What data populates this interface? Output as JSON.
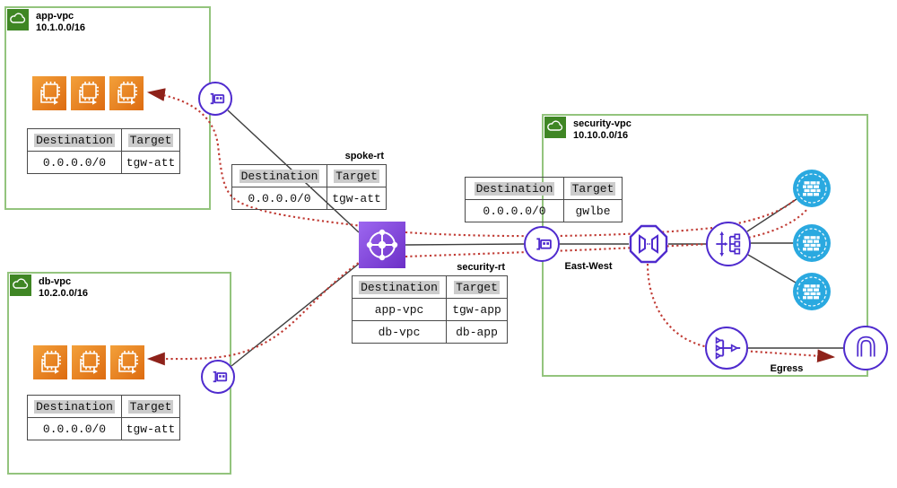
{
  "colors": {
    "vpc_border_green": "#93C47D",
    "vpc_icon_green": "#3F8624",
    "instance_orange": "#ED7100",
    "tgw_purple": "#7D3FD6",
    "outline_purple": "#4F2BCE",
    "firewall_blue": "#2AA9E0",
    "flow_red": "#C03A33",
    "arrowhead_red": "#8E221A",
    "connector_black": "#3F3F3F",
    "table_header_bg": "#CCCCCC"
  },
  "vpcs": {
    "app": {
      "name": "app-vpc",
      "cidr": "10.1.0.0/16"
    },
    "db": {
      "name": "db-vpc",
      "cidr": "10.2.0.0/16"
    },
    "security": {
      "name": "security-vpc",
      "cidr": "10.10.0.0/16"
    }
  },
  "route_tables": {
    "app": {
      "headers": [
        "Destination",
        "Target"
      ],
      "rows": [
        [
          "0.0.0.0/0",
          "tgw-att"
        ]
      ]
    },
    "db": {
      "headers": [
        "Destination",
        "Target"
      ],
      "rows": [
        [
          "0.0.0.0/0",
          "tgw-att"
        ]
      ]
    },
    "spoke": {
      "label": "spoke-rt",
      "headers": [
        "Destination",
        "Target"
      ],
      "rows": [
        [
          "0.0.0.0/0",
          "tgw-att"
        ]
      ]
    },
    "security": {
      "label": "security-rt",
      "headers": [
        "Destination",
        "Target"
      ],
      "rows": [
        [
          "app-vpc",
          "tgw-app"
        ],
        [
          "db-vpc",
          "db-app"
        ]
      ]
    },
    "ingress": {
      "headers": [
        "Destination",
        "Target"
      ],
      "rows": [
        [
          "0.0.0.0/0",
          "gwlbe"
        ]
      ]
    }
  },
  "labels": {
    "east_west": "East-West",
    "egress": "Egress"
  },
  "icons": {
    "vpc": "cloud-in-green-square",
    "instance": "cpu-chip-orange-square",
    "transit_gateway": "hub-with-spokes-purple-square",
    "tgw_attachment": "network-interface-circle",
    "gwlb_endpoint": "octagon-endpoint",
    "gateway_load_balancer": "load-balancer-circle",
    "network_firewall": "brick-wall-blue-circle",
    "nat_gateway": "merging-arrows-circle",
    "internet_gateway": "arch-circle"
  }
}
